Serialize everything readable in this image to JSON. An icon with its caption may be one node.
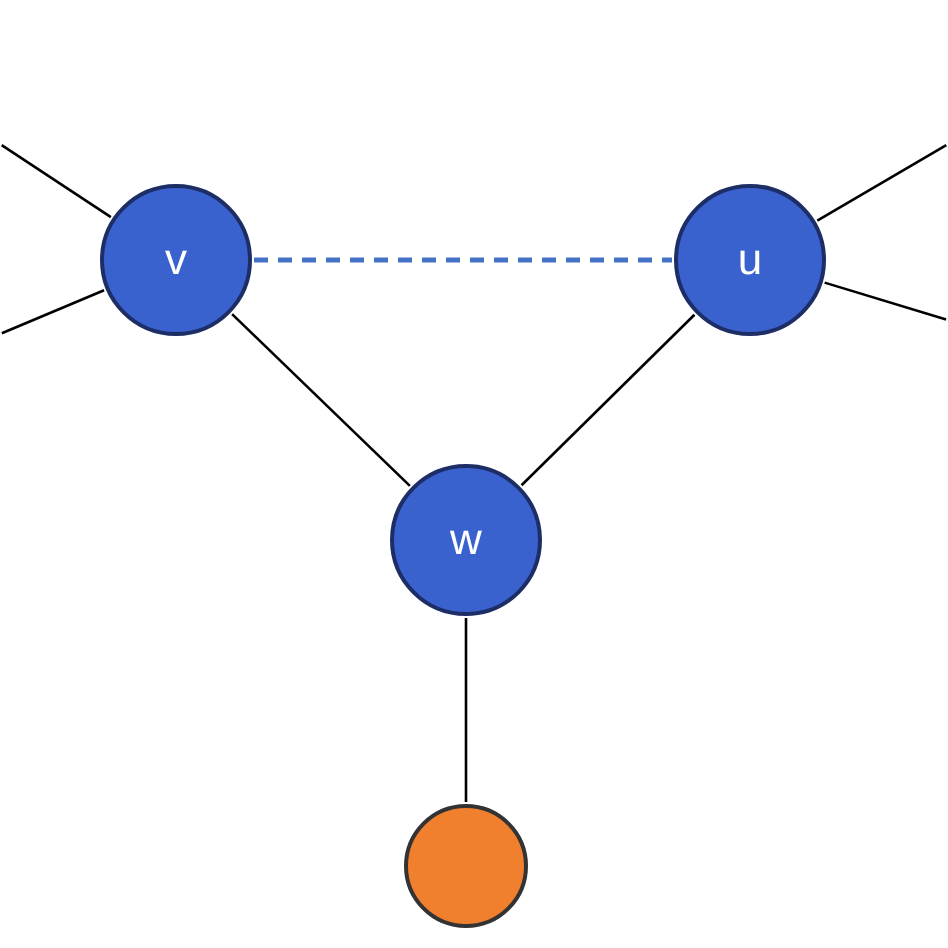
{
  "diagram": {
    "nodes": [
      {
        "text": [
          "v"
        ]
      },
      {
        "text": [
          "u"
        ]
      },
      {
        "text": [
          "w"
        ]
      },
      {
        "text": [],
        "shape": "circle"
      }
    ],
    "edges": [
      {
        "from": 0,
        "to": 1,
        "arrow": "none",
        "style": "dashed",
        "color": "#4472c4"
      },
      {
        "from": 0,
        "to": 2,
        "arrow": "none"
      },
      {
        "from": 1,
        "to": 2,
        "arrow": "none"
      },
      {
        "from": 2,
        "to": 3,
        "arrow": "none"
      },
      {
        "from": null,
        "to": 0,
        "arrow": "none"
      },
      {
        "from": null,
        "to": 0,
        "arrow": "none"
      },
      {
        "from": null,
        "to": 1,
        "arrow": "none"
      },
      {
        "from": null,
        "to": 1,
        "arrow": "none"
      }
    ]
  }
}
